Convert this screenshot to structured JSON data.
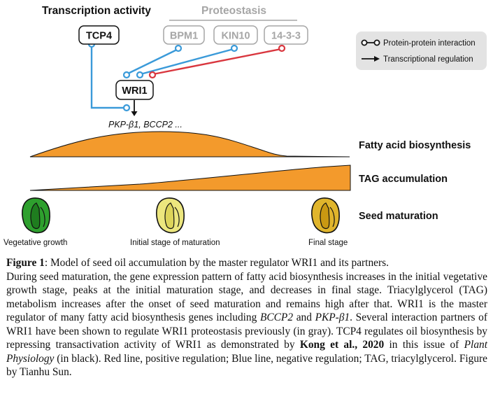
{
  "figure": {
    "header_transcription": "Transcription activity",
    "header_proteostasis": "Proteostasis",
    "nodes": {
      "tcp4": "TCP4",
      "bpm1": "BPM1",
      "kin10": "KIN10",
      "p1433": "14-3-3",
      "wri1": "WRI1"
    },
    "targets": "PKP-β1, BCCP2 ...",
    "legend": {
      "ppi": "Protein-protein interaction",
      "transcriptional": "Transcriptional regulation"
    },
    "tracks": {
      "fatty_acid": "Fatty acid biosynthesis",
      "tag": "TAG accumulation",
      "seed": "Seed maturation"
    },
    "stages": {
      "vegetative": "Vegetative growth",
      "initial": "Initial stage of maturation",
      "final": "Final stage"
    },
    "colors": {
      "orange": "#f39a2c",
      "blue": "#3a9ad9",
      "red": "#d9363e",
      "gray": "#a6a6a6",
      "legend_bg": "#e3e3e3",
      "seed_green": "#2ea02e",
      "seed_yellow": "#ece67e",
      "seed_gold": "#e0b52c"
    }
  },
  "caption": {
    "fig_label": "Figure 1",
    "line1_rest": ": Model of seed oil accumulation by the master regulator WRI1 and its partners.",
    "p1": "During seed maturation, the gene expression pattern of fatty acid biosynthesis increases in the initial vegetative growth stage, peaks at the initial maturation stage, and decreases in final stage. Triacylglycerol (TAG) metabolism increases after the onset of seed maturation and remains high after that. WRI1 is the master regulator of many fatty acid biosynthesis genes including ",
    "gene1": "BCCP2",
    "and": " and ",
    "gene2": "PKP-β1",
    "p2": ". Several interaction partners of WRI1 have been shown to regulate WRI1 proteostasis previously (in gray).  TCP4 regulates oil biosynthesis by repressing transactivation activity of WRI1 as demonstrated by ",
    "ref": "Kong et al., 2020",
    "p3": " in this issue of ",
    "journal": "Plant Physiology",
    "p4": " (in black). Red line, positive regulation; Blue line, negative regulation; TAG, triacylglycerol. Figure by Tianhu Sun."
  }
}
